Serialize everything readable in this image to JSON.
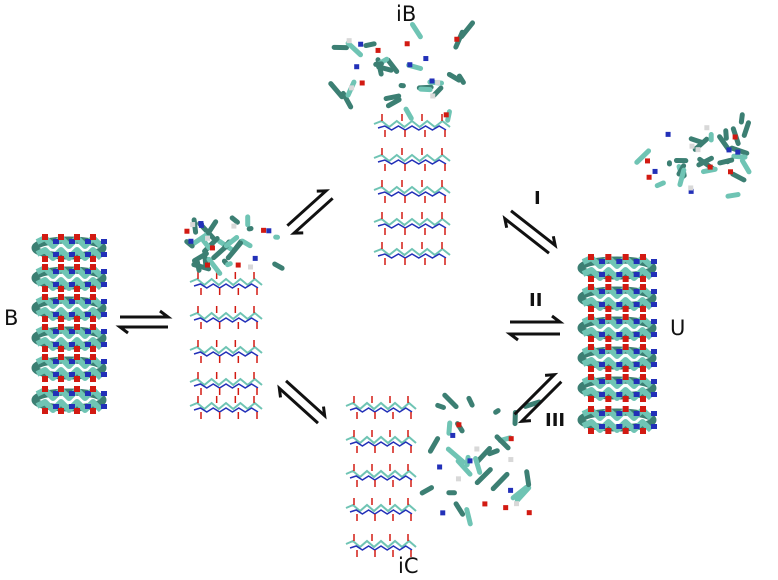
{
  "states": {
    "B": "B",
    "iB": "iB",
    "iC": "iC",
    "U": "U"
  },
  "pathways": {
    "I": "I",
    "II": "II",
    "III": "III"
  },
  "colors": {
    "carbon": "#6fc4b4",
    "carbon_dark": "#3c7f73",
    "oxygen": "#d21a12",
    "nitrogen": "#2230b8",
    "hydrogen": "#d8d8d8",
    "arrow": "#111111"
  }
}
